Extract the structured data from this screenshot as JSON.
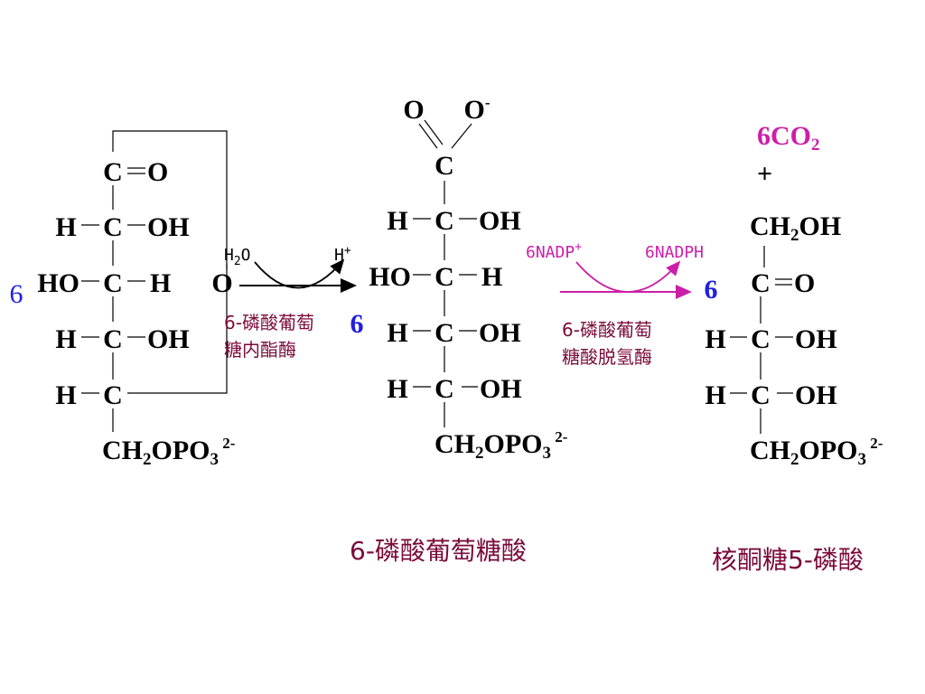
{
  "colors": {
    "black": "#000000",
    "blue": "#1f1fe0",
    "magenta": "#cc1fa8",
    "maroon": "#7a0a3a"
  },
  "molecule1": {
    "coefficient": "6",
    "c": "C",
    "o": "O",
    "h": "H",
    "oh": "OH",
    "ho": "HO",
    "ring_o": "O",
    "phosphate": {
      "ch": "CH",
      "sub2": "2",
      "opo": "OPO",
      "sub3": "3",
      "charge": " 2-"
    }
  },
  "step1": {
    "water": {
      "h": "H",
      "sub": "2",
      "o": "O"
    },
    "proton": {
      "h": "H",
      "sup": "+"
    },
    "enzyme_line1": "6-磷酸葡萄",
    "enzyme_line2": "糖内酯酶"
  },
  "molecule2": {
    "coefficient": "6",
    "c": "C",
    "o": "O",
    "o_minus": {
      "o": "O",
      "sup": "-"
    },
    "h": "H",
    "oh": "OH",
    "ho": "HO",
    "phosphate": {
      "ch": "CH",
      "sub2": "2",
      "opo": "OPO",
      "sub3": "3",
      "charge": " 2-"
    },
    "name": "6-磷酸葡萄糖酸"
  },
  "step2": {
    "nadp": {
      "text": "6NADP",
      "sup": "+"
    },
    "nadph": "6NADPH",
    "enzyme_line1": "6-磷酸葡萄",
    "enzyme_line2": "糖酸脱氢酶"
  },
  "molecule3": {
    "coefficient": "6",
    "co2": {
      "prefix": "6CO",
      "sub": "2"
    },
    "plus": "+",
    "ch2oh": {
      "ch": "CH",
      "sub": "2",
      "oh": "OH"
    },
    "c": "C",
    "o": "O",
    "h": "H",
    "oh": "OH",
    "phosphate": {
      "ch": "CH",
      "sub2": "2",
      "opo": "OPO",
      "sub3": "3",
      "charge": " 2-"
    },
    "name": "核酮糖5-磷酸"
  }
}
